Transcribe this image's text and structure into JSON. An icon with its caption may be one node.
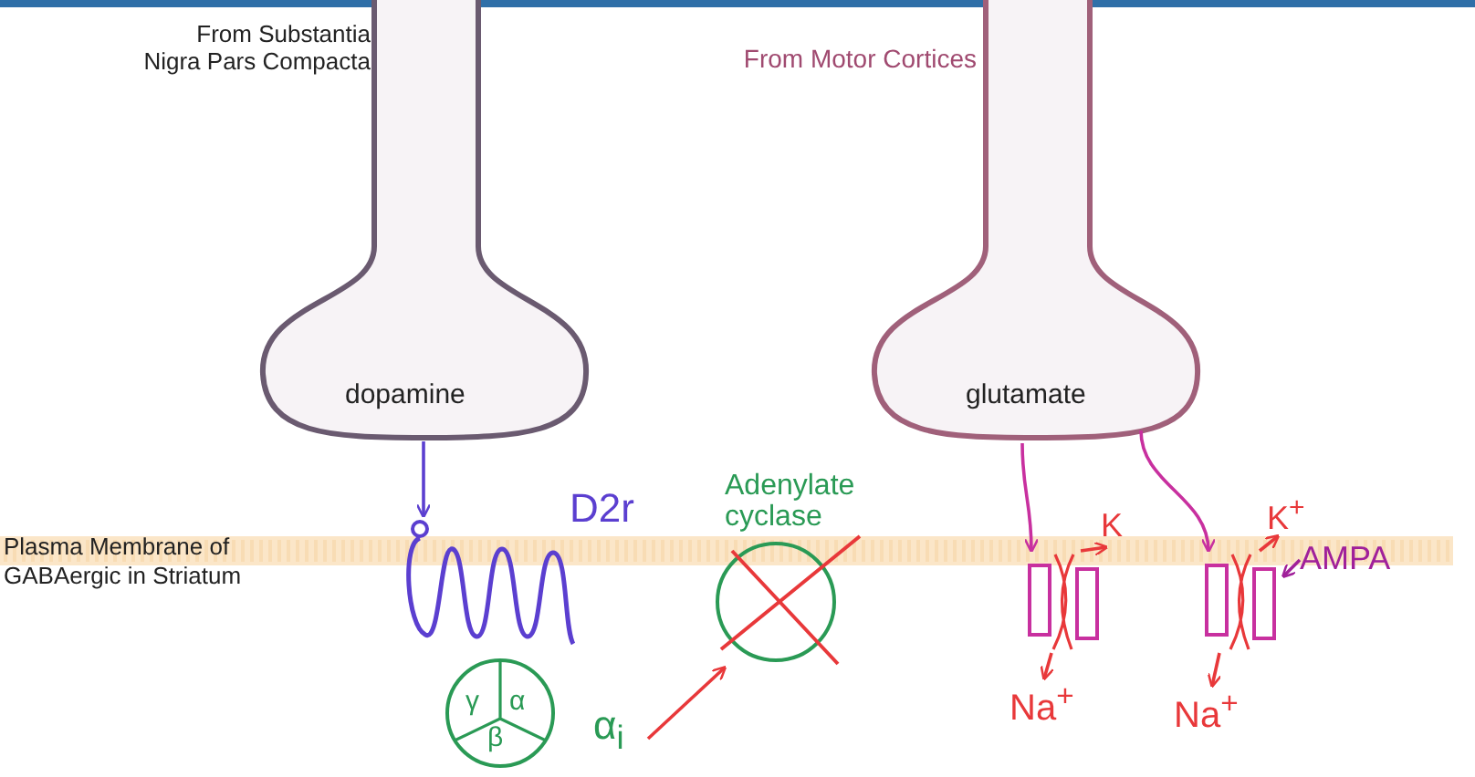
{
  "diagram": {
    "nodes": [
      {
        "text": [
          "dopamine"
        ],
        "beside": [
          "From Substantia Nigra Pars Compacta"
        ]
      },
      {
        "text": [
          "glutamate"
        ],
        "beside": [
          "From Motor Cortices"
        ]
      },
      {
        "text": [],
        "shape": "picture",
        "beside": [
          "D2r"
        ]
      },
      {
        "text": [
          "Adenylate cyclase"
        ]
      },
      {
        "text": [],
        "shape": "picture"
      },
      {
        "text": [
          "K"
        ]
      },
      {
        "text": [],
        "shape": "picture"
      },
      {
        "text": [
          "K$^{+}$"
        ]
      },
      {
        "text": [
          "AMPA"
        ]
      },
      {
        "text": [
          "γ",
          "α",
          "β"
        ]
      },
      {
        "text": [
          "α$_{i}$"
        ]
      },
      {
        "text": [
          "Na$^{+}$"
        ]
      },
      {
        "text": [
          "Na$^{+}$"
        ]
      }
    ],
    "edges": [
      {
        "from": 0,
        "to": 2,
        "arrow": "to",
        "color": "#5b3fd0"
      },
      {
        "from": 1,
        "to": 4,
        "arrow": "to",
        "color": "#c8309f"
      },
      {
        "from": 1,
        "to": 6,
        "arrow": "to",
        "color": "#c8309f"
      },
      {
        "from": 10,
        "to": 3,
        "arrow": "to"
      },
      {
        "from": 8,
        "to": 6,
        "arrow": "to",
        "color": "#a0209a"
      },
      {
        "from": 4,
        "to": 5,
        "arrow": "to"
      },
      {
        "from": 4,
        "to": 11,
        "arrow": "to"
      },
      {
        "from": 6,
        "to": 7,
        "arrow": "to"
      },
      {
        "from": 6,
        "to": 12,
        "arrow": "to"
      }
    ],
    "labels": [
      "Plasma Membrane of GABAergic in Striatum"
    ]
  }
}
